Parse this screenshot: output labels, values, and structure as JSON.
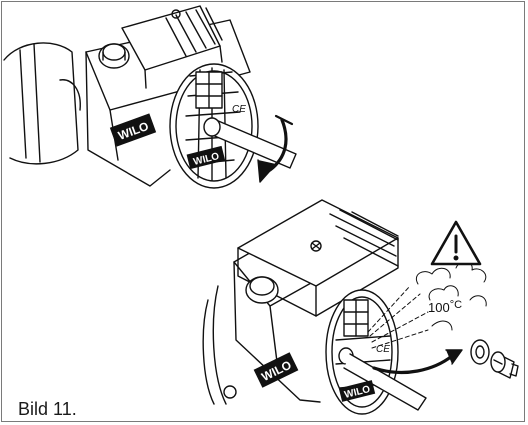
{
  "caption": "Bild 11.",
  "temperature_label": "100",
  "temperature_unit": "°C",
  "brand_label": "WILO",
  "ce_mark": "CE",
  "icons": [
    "warning-triangle-icon",
    "rotate-arrow-icon",
    "steam-icon",
    "plug-screw-icon",
    "seal-ring-icon"
  ],
  "colors": {
    "line": "#111111",
    "paper": "#ffffff",
    "frame": "#7a7a7a"
  }
}
